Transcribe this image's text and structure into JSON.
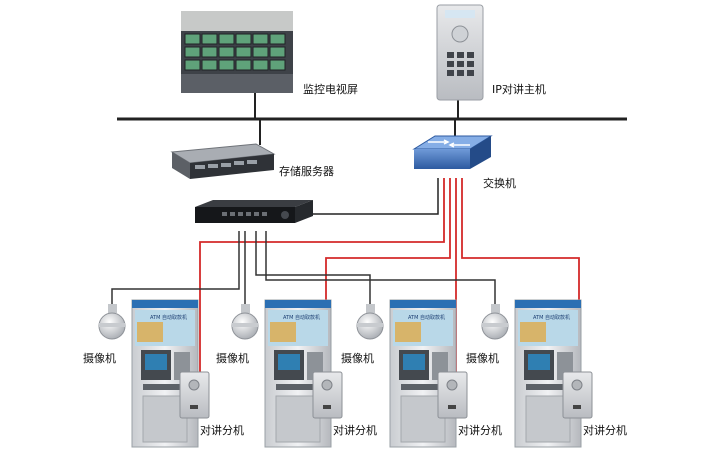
{
  "labels": {
    "monitor_wall": "监控电视屏",
    "intercom_host": "IP对讲主机",
    "storage_server": "存储服务器",
    "switch": "交换机",
    "camera": "摄像机",
    "intercom_extension": "对讲分机"
  },
  "atm_units": [
    {
      "camera_label": "摄像机",
      "extension_label": "对讲分机",
      "screen_text": "ATM 自动取款机"
    },
    {
      "camera_label": "摄像机",
      "extension_label": "对讲分机",
      "screen_text": "ATM 自动取款机"
    },
    {
      "camera_label": "摄像机",
      "extension_label": "对讲分机",
      "screen_text": "ATM 自动取款机"
    },
    {
      "camera_label": "摄像机",
      "extension_label": "对讲分机",
      "screen_text": "ATM 自动取款机"
    }
  ],
  "colors": {
    "network_line": "#222222",
    "intercom_line": "#d42a2a",
    "camera_line": "#333333",
    "switch_blue": "#3f6fb8",
    "atm_banner": "#b9d8e8"
  },
  "icons": {
    "monitor_wall": "video-wall-icon",
    "intercom_host": "intercom-panel-icon",
    "storage_server": "rack-server-icon",
    "switch": "network-switch-icon",
    "dvr": "dvr-recorder-icon",
    "camera": "dome-camera-icon",
    "atm": "atm-machine-icon",
    "intercom_extension": "intercom-extension-icon"
  }
}
